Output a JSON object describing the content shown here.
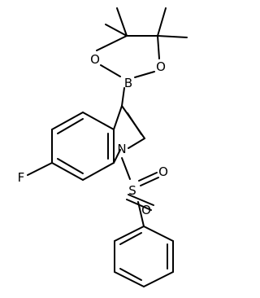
{
  "atoms": {
    "fluorine": "F",
    "nitrogen": "N",
    "sulfur": "S",
    "sulfonyl_oxygen_upper": "O",
    "sulfonyl_oxygen_lower": "O",
    "boron": "B",
    "ester_oxygen_left": "O",
    "ester_oxygen_right": "O"
  }
}
